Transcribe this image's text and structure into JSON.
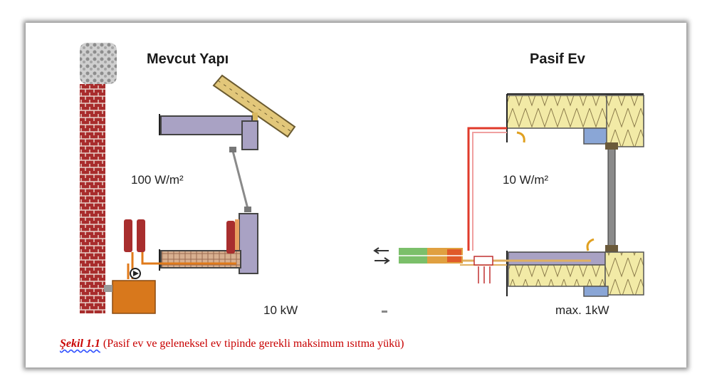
{
  "left_title": "Mevcut Yapı",
  "right_title": "Pasif Ev",
  "left_load": "100 W/m²",
  "right_load": "10 W/m²",
  "left_power": "10 kW",
  "right_power": "max. 1kW",
  "caption": {
    "figure": "Şekil 1.1",
    "text": " (Pasif ev ve geleneksel ev tipinde gerekli maksimum ısıtma yükü)"
  },
  "colors": {
    "brick": "#b03030",
    "boiler": "#d8781c",
    "wall": "#a9a2c4",
    "insulation": "#f0e8a0",
    "roof": "#e2c77a",
    "hot_pipe": "#e03a2a",
    "caption": "#c80000"
  }
}
